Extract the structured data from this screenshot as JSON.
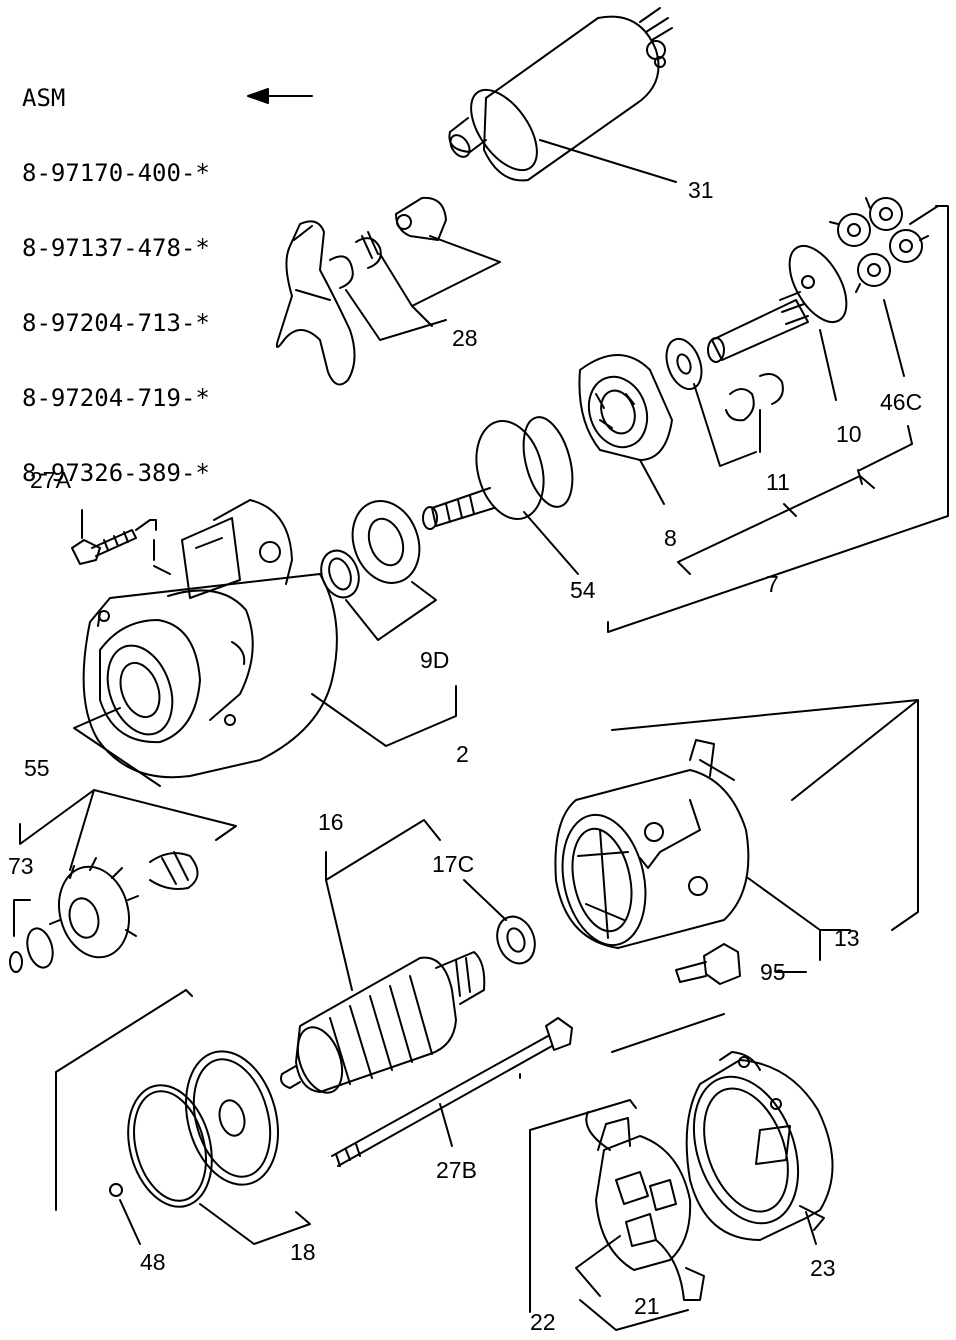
{
  "asm": {
    "heading": "ASM",
    "numbers": [
      "8-97170-400-*",
      "8-97137-478-*",
      "8-97204-713-*",
      "8-97204-719-*",
      "8-97326-389-*"
    ]
  },
  "callouts": {
    "c31": "31",
    "c28": "28",
    "c46c": "46C",
    "c10": "10",
    "c11": "11",
    "c27a": "27A",
    "c8": "8",
    "c54": "54",
    "c7": "7",
    "c9d": "9D",
    "c2": "2",
    "c55": "55",
    "c73": "73",
    "c16": "16",
    "c17c": "17C",
    "c13": "13",
    "c95": "95",
    "c27b": "27B",
    "c18": "18",
    "c48": "48",
    "c23": "23",
    "c22": "22",
    "c21": "21"
  }
}
